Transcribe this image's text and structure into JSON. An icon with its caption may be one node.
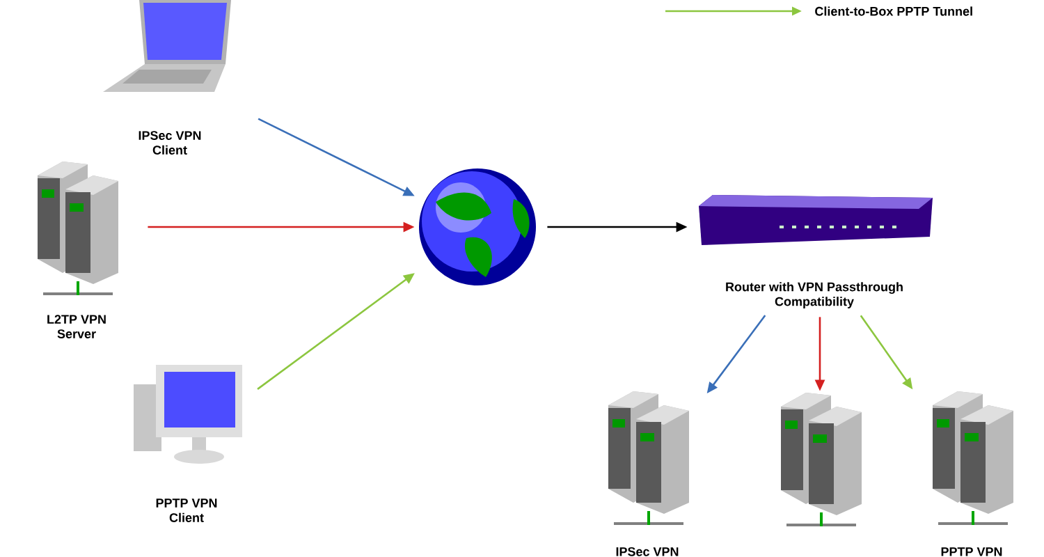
{
  "diagram": {
    "nodes": [
      {
        "text": [
          "IPSec VPN Client"
        ]
      },
      {
        "text": [
          "L2TP VPN Server"
        ]
      },
      {
        "text": [
          "PPTP VPN Client"
        ]
      },
      {
        "text": [],
        "shape": "picture"
      },
      {
        "text": [
          "Router with VPN Passthrough Compatibility"
        ]
      },
      {
        "text": [
          "IPSec VPN"
        ]
      },
      {
        "text": [],
        "shape": "picture"
      },
      {
        "text": [
          "PPTP VPN"
        ]
      }
    ],
    "edges": [
      {
        "from": 0,
        "to": 3,
        "arrow": "to",
        "color": "#3a6fb8"
      },
      {
        "from": 1,
        "to": 3,
        "arrow": "to",
        "color": "#d42020"
      },
      {
        "from": 2,
        "to": 3,
        "arrow": "to",
        "color": "#8cc63f"
      },
      {
        "from": 3,
        "to": 4,
        "arrow": "to",
        "color": "#000000"
      },
      {
        "from": 4,
        "to": 5,
        "arrow": "to",
        "color": "#3a6fb8"
      },
      {
        "from": 4,
        "to": 6,
        "arrow": "to",
        "color": "#d42020"
      },
      {
        "from": 4,
        "to": 7,
        "arrow": "to",
        "color": "#8cc63f"
      }
    ],
    "legend": [
      {
        "text": "Client-to-Box PPTP Tunnel"
      }
    ]
  }
}
